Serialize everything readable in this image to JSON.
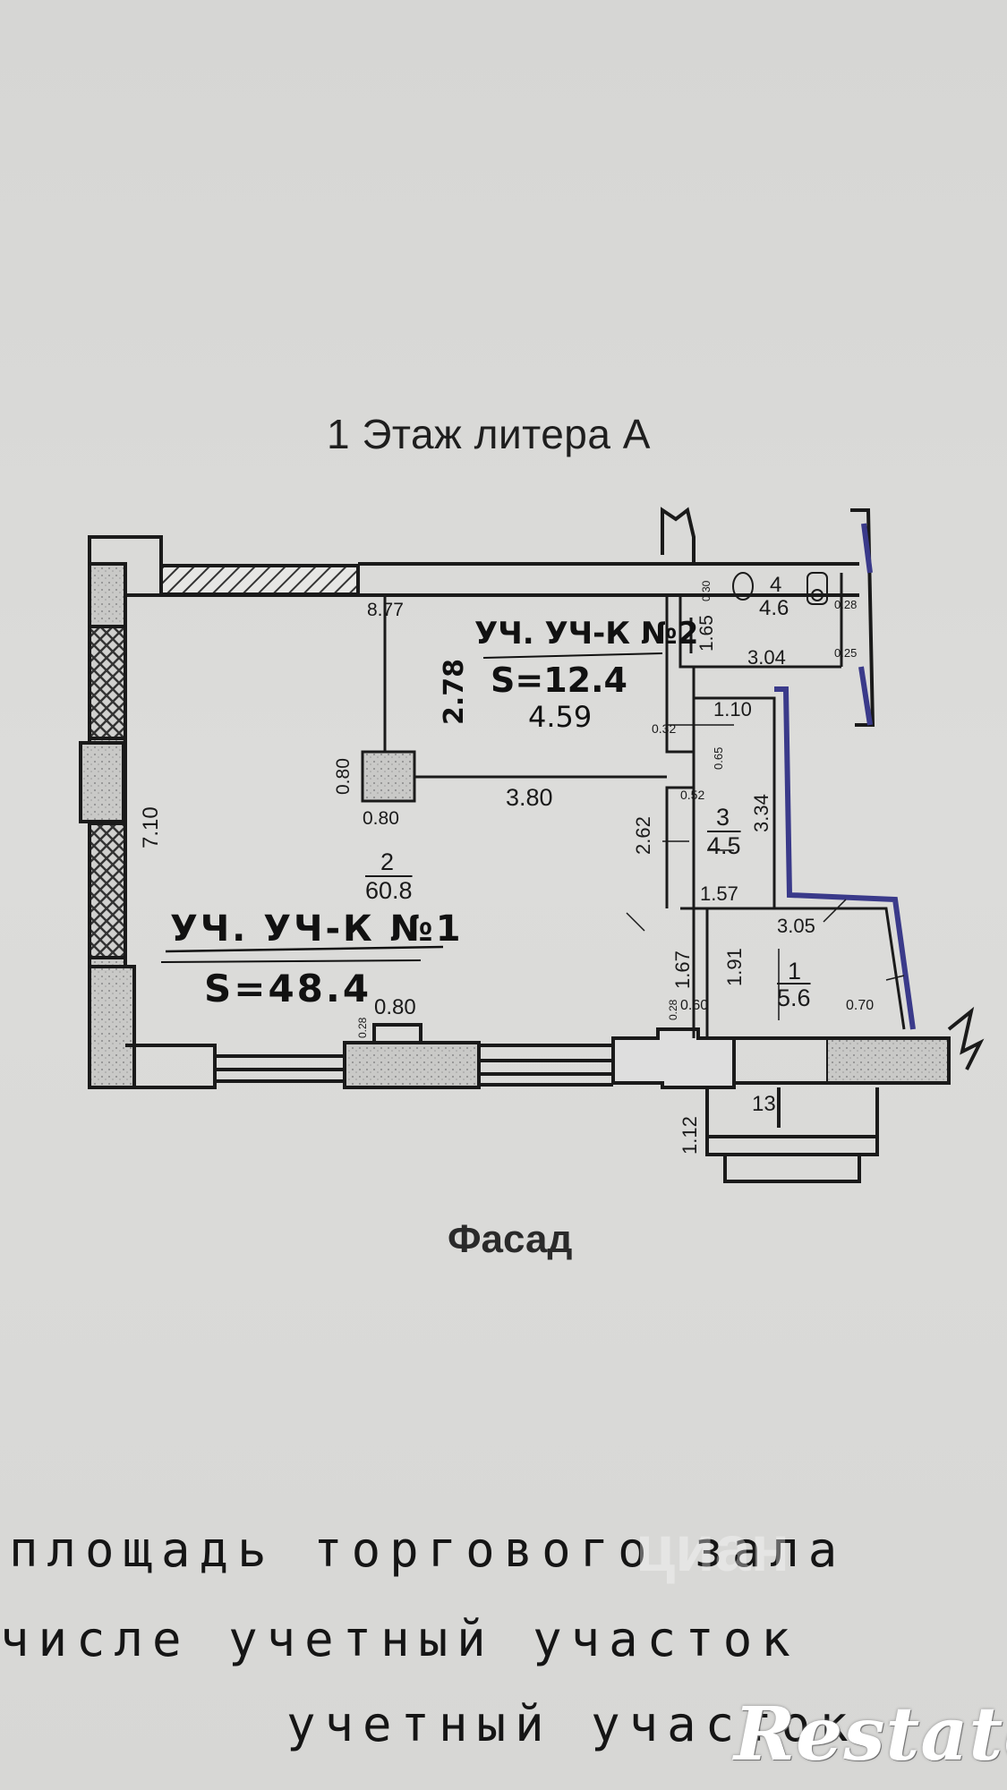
{
  "plan": {
    "title": "1 Этаж литера А",
    "facade_label": "Фасад",
    "section2": {
      "line1": "УЧ. УЧ-К №2",
      "area": "S=12.4",
      "extra": "4.59"
    },
    "section1": {
      "line1": "УЧ. УЧ-К №1",
      "area": "S=48.4"
    },
    "rooms": [
      {
        "number": "1",
        "area": "5.6"
      },
      {
        "number": "2",
        "area": "60.8"
      },
      {
        "number": "3",
        "area": "4.5"
      },
      {
        "number": "4",
        "area": "4.6"
      }
    ],
    "dims": {
      "d877": "8.77",
      "d278": "2.78",
      "d080a": "0.80",
      "d080b": "0.80",
      "d380": "3.80",
      "d710": "7.10",
      "d080c": "0.80",
      "d028": "0.28",
      "d165": "1.65",
      "d304": "3.04",
      "d028b": "0.28",
      "d025": "0.25",
      "d110": "1.10",
      "d032": "0.32",
      "d065": "0.65",
      "d052": "0.52",
      "d262": "2.62",
      "d334": "3.34",
      "d157": "1.57",
      "d305": "3.05",
      "d167": "1.67",
      "d191": "1.91",
      "d028c": "0.28",
      "d060": "0.60",
      "d070": "0.70",
      "d112": "1.12",
      "d13": "13",
      "d030": "0.30"
    }
  },
  "notes": {
    "line1": "площадь торгового зала",
    "line2": "числе   учетный   участок",
    "line3": "учетный   участок"
  },
  "branding": {
    "watermark": "циан",
    "logo": "Restate"
  }
}
